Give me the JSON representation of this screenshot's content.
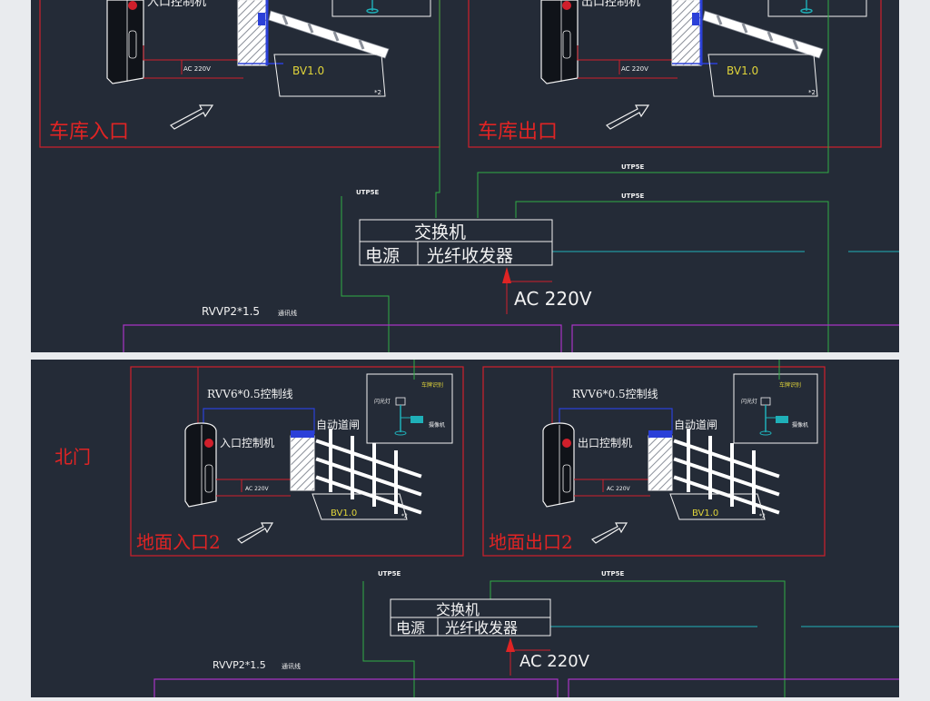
{
  "colors": {
    "background": "#242b37",
    "frame": "#e9ebee",
    "zone": "#d01f2b",
    "label_red": "#e02424",
    "green": "#2fae44",
    "cyan": "#1fb0b8",
    "magenta": "#a833c4",
    "blue_wire": "#2b40d8",
    "white": "#f2f2f2",
    "yellow": "#e0d43a"
  },
  "top_panel": {
    "entry_controller": "入口控制机",
    "exit_controller": "出口控制机",
    "voltage_entry": "AC 220V",
    "voltage_exit": "AC 220V",
    "loop_entry": "BV1.0",
    "loop_exit": "BV1.0",
    "loop_note_entry": "*2",
    "loop_note_exit": "*2",
    "zone_entry": "车库入口",
    "zone_exit": "车库出口",
    "utp_left": "UTP5E",
    "utp_right_1": "UTP5E",
    "utp_right_2": "UTP5E",
    "switch": "交换机",
    "power": "电源",
    "transceiver": "光纤收发器",
    "main_power": "AC 220V",
    "cable_spec": "RVVP2*1.5",
    "cable_type": "通讯线"
  },
  "bottom_panel": {
    "gate_label": "北门",
    "control_cable_left": "RVV6*0.5控制线",
    "control_cable_right": "RVV6*0.5控制线",
    "barrier_left": "自动道闸",
    "barrier_right": "自动道闸",
    "entry_controller": "入口控制机",
    "exit_controller": "出口控制机",
    "voltage_entry": "AC 220V",
    "voltage_exit": "AC 220V",
    "loop_entry": "BV1.0",
    "loop_exit": "BV1.0",
    "loop_note_entry": "*2",
    "loop_note_exit": "*2",
    "plate_recognition_left": "车牌识别",
    "plate_recognition_right": "车牌识别",
    "flash_left": "闪光灯",
    "flash_right": "闪光灯",
    "camera_left": "摄像机",
    "camera_right": "摄像机",
    "zone_entry": "地面入口2",
    "zone_exit": "地面出口2",
    "utp_left": "UTP5E",
    "utp_right": "UTP5E",
    "switch": "交换机",
    "power": "电源",
    "transceiver": "光纤收发器",
    "main_power": "AC 220V",
    "cable_spec": "RVVP2*1.5",
    "cable_type": "通讯线"
  }
}
